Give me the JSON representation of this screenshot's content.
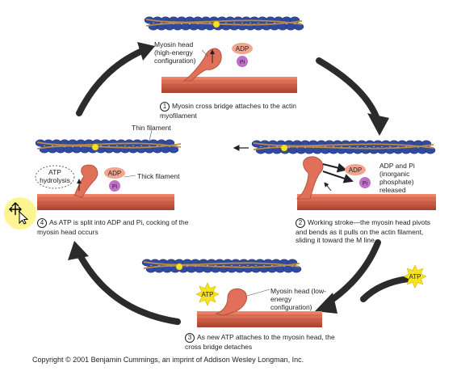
{
  "steps": [
    {
      "num": "1",
      "text": "Myosin cross bridge attaches to the actin myofilament"
    },
    {
      "num": "2",
      "text": "Working stroke—the myosin head pivots and bends as it pulls on the actin filament, sliding it toward the M line"
    },
    {
      "num": "3",
      "text": "As new ATP attaches to the myosin head, the cross bridge detaches"
    },
    {
      "num": "4",
      "text": "As ATP is split into ADP and Pi, cocking of the myosin head occurs"
    }
  ],
  "labels": {
    "top_head": "Myosin head (high-energy configuration)",
    "thin_filament": "Thin filament",
    "thick_filament": "Thick filament",
    "atp_hydrolysis": "ATP hydrolysis",
    "released": "ADP and Pi (inorganic phosphate) released",
    "bottom_head": "Myosin head (low-energy configuration)"
  },
  "molecules": {
    "adp": "ADP",
    "pi": "Pi",
    "atp": "ATP"
  },
  "copyright": "Copyright © 2001 Benjamin Cummings, an imprint of Addison Wesley Longman, Inc.",
  "colors": {
    "actin": "#2f4a9e",
    "tropomyosin": "#b98a4a",
    "myosin": "#e0705a",
    "thick_filament": "#d0614a",
    "adp": "#f2a58e",
    "pi": "#c070c8",
    "atp": "#f7e21f",
    "cycle_arrow": "#2b2b2b"
  }
}
